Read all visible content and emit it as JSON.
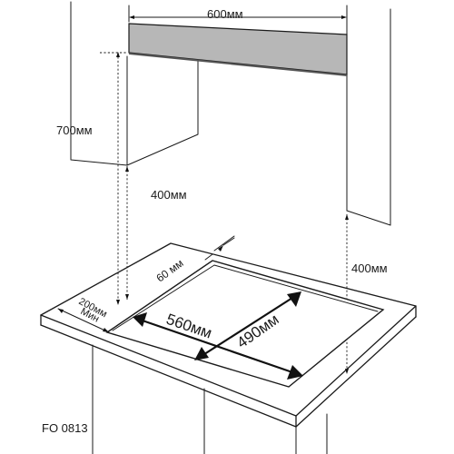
{
  "labels": {
    "hood_width": "600мм",
    "height_to_hood": "700мм",
    "cabinet_clearance": "400мм",
    "right_clearance": "400мм",
    "back_clearance": "60 мм",
    "front_min_value": "200мм",
    "front_min_word": "Мин",
    "cutout_width": "560мм",
    "cutout_depth": "490мм",
    "model_code": "FO 0813"
  }
}
